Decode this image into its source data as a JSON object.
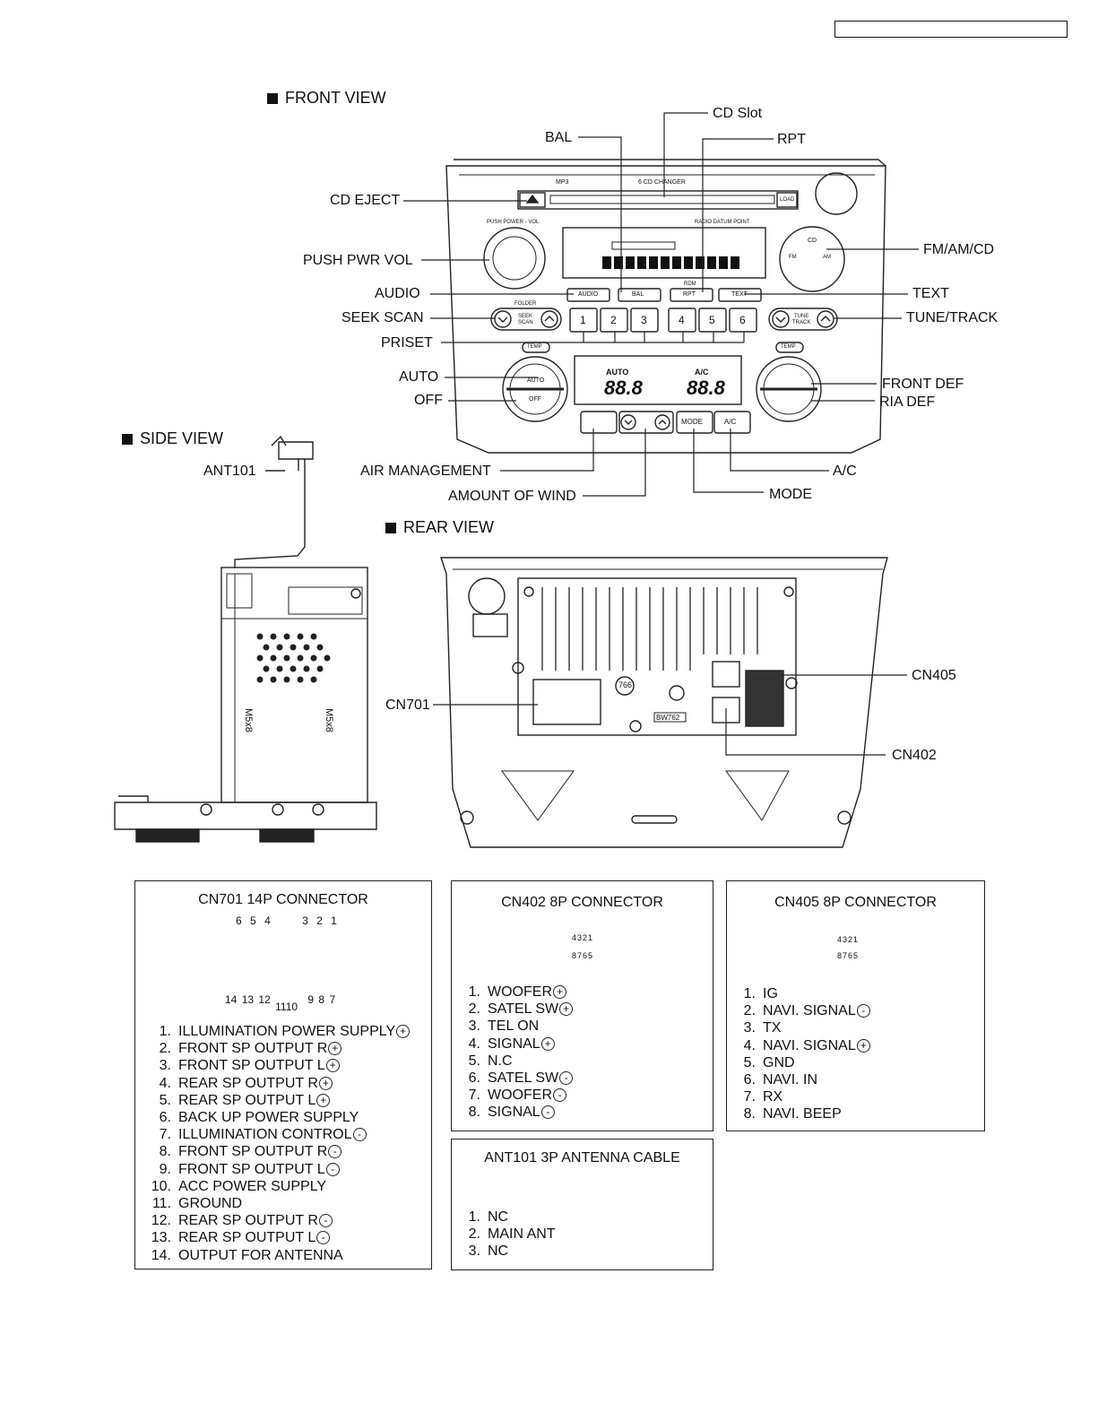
{
  "sections": {
    "front_view": "FRONT VIEW",
    "side_view": "SIDE VIEW",
    "rear_view": "REAR VIEW"
  },
  "callouts": {
    "cd_slot": "CD Slot",
    "bal": "BAL",
    "rpt": "RPT",
    "cd_eject": "CD EJECT",
    "fm_am_cd": "FM/AM/CD",
    "push_pwr_vol": "PUSH PWR VOL",
    "audio": "AUDIO",
    "text": "TEXT",
    "seek_scan": "SEEK SCAN",
    "tune_track": "TUNE/TRACK",
    "priset": "PRISET",
    "auto": "AUTO",
    "front_def": "FRONT DEF",
    "off": "OFF",
    "ria_def": "RIA DEF",
    "ant101": "ANT101",
    "air_management": "AIR MANAGEMENT",
    "ac": "A/C",
    "amount_of_wind": "AMOUNT OF WIND",
    "mode": "MODE",
    "cn405": "CN405",
    "cn701": "CN701",
    "cn402": "CN402"
  },
  "panel_labels": {
    "mp3": "MP3",
    "changer": "6 CD CHANGER",
    "load": "LOAD",
    "datum": "RADIO DATUM POINT",
    "push_power_vol": "PUSH POWER - VOL",
    "folder": "FOLDER",
    "seek": "SEEK",
    "scan": "SCAN",
    "tune": "TUNE",
    "track": "TRACK",
    "rdm": "RDM",
    "btn_audio": "AUDIO",
    "btn_bal": "BAL",
    "btn_rpt": "RPT",
    "btn_text": "TEXT",
    "presets": [
      "1",
      "2",
      "3",
      "4",
      "5",
      "6"
    ],
    "temp": "TEMP",
    "auto": "AUTO",
    "off": "OFF",
    "ac_disp": "A/C",
    "disp_left": "88.8",
    "disp_right": "88.8",
    "btn_mode": "MODE",
    "btn_ac": "A/C",
    "fm": "FM",
    "am": "AM",
    "cd": "CD"
  },
  "cn701": {
    "title": "CN701  14P CONNECTOR",
    "top_pins": [
      "6",
      "5",
      "4",
      "3",
      "2",
      "1"
    ],
    "bottom_pins": [
      "14",
      "13",
      "12",
      "11",
      "10",
      "9",
      "8",
      "7"
    ],
    "pins": [
      {
        "n": "1.",
        "label": "ILLUMINATION POWER SUPPLY",
        "sign": "+"
      },
      {
        "n": "2.",
        "label": "FRONT SP OUTPUT R",
        "sign": "+"
      },
      {
        "n": "3.",
        "label": "FRONT SP OUTPUT L",
        "sign": "+"
      },
      {
        "n": "4.",
        "label": "REAR SP OUTPUT R",
        "sign": "+"
      },
      {
        "n": "5.",
        "label": "REAR SP OUTPUT L",
        "sign": "+"
      },
      {
        "n": "6.",
        "label": "BACK UP POWER SUPPLY",
        "sign": ""
      },
      {
        "n": "7.",
        "label": "ILLUMINATION CONTROL",
        "sign": "-"
      },
      {
        "n": "8.",
        "label": "FRONT SP OUTPUT R",
        "sign": "-"
      },
      {
        "n": "9.",
        "label": "FRONT SP OUTPUT L",
        "sign": "-"
      },
      {
        "n": "10.",
        "label": "ACC POWER SUPPLY",
        "sign": ""
      },
      {
        "n": "11.",
        "label": "GROUND",
        "sign": ""
      },
      {
        "n": "12.",
        "label": "REAR SP OUTPUT R",
        "sign": "-"
      },
      {
        "n": "13.",
        "label": "REAR SP OUTPUT L",
        "sign": "-"
      },
      {
        "n": "14.",
        "label": "OUTPUT FOR ANTENNA",
        "sign": ""
      }
    ]
  },
  "cn402": {
    "title": "CN402  8P CONNECTOR",
    "top_pins": "4321",
    "bottom_pins": "8765",
    "pins": [
      {
        "n": "1.",
        "label": "WOOFER",
        "sign": "+"
      },
      {
        "n": "2.",
        "label": "SATEL SW",
        "sign": "+"
      },
      {
        "n": "3.",
        "label": "TEL ON",
        "sign": ""
      },
      {
        "n": "4.",
        "label": "SIGNAL",
        "sign": "+"
      },
      {
        "n": "5.",
        "label": "N.C",
        "sign": ""
      },
      {
        "n": "6.",
        "label": "SATEL SW",
        "sign": "-"
      },
      {
        "n": "7.",
        "label": "WOOFER",
        "sign": "-"
      },
      {
        "n": "8.",
        "label": "SIGNAL",
        "sign": "-"
      }
    ]
  },
  "cn405": {
    "title": "CN405  8P CONNECTOR",
    "top_pins": "4321",
    "bottom_pins": "8765",
    "pins": [
      {
        "n": "1.",
        "label": "IG",
        "sign": ""
      },
      {
        "n": "2.",
        "label": "NAVI. SIGNAL",
        "sign": "-"
      },
      {
        "n": "3.",
        "label": "TX",
        "sign": ""
      },
      {
        "n": "4.",
        "label": "NAVI. SIGNAL",
        "sign": "+"
      },
      {
        "n": "5.",
        "label": "GND",
        "sign": ""
      },
      {
        "n": "6.",
        "label": "NAVI. IN",
        "sign": ""
      },
      {
        "n": "7.",
        "label": "RX",
        "sign": ""
      },
      {
        "n": "8.",
        "label": "NAVI. BEEP",
        "sign": ""
      }
    ]
  },
  "ant101": {
    "title": "ANT101 3P ANTENNA CABLE",
    "pins": [
      {
        "n": "1.",
        "label": "NC",
        "sign": ""
      },
      {
        "n": "2.",
        "label": "MAIN ANT",
        "sign": ""
      },
      {
        "n": "3.",
        "label": "NC",
        "sign": ""
      }
    ]
  },
  "side_markings": {
    "m5x8a": "M5x8",
    "m5x8b": "M5x8"
  },
  "rear_markings": {
    "m1": "766",
    "m2": "BW762"
  }
}
